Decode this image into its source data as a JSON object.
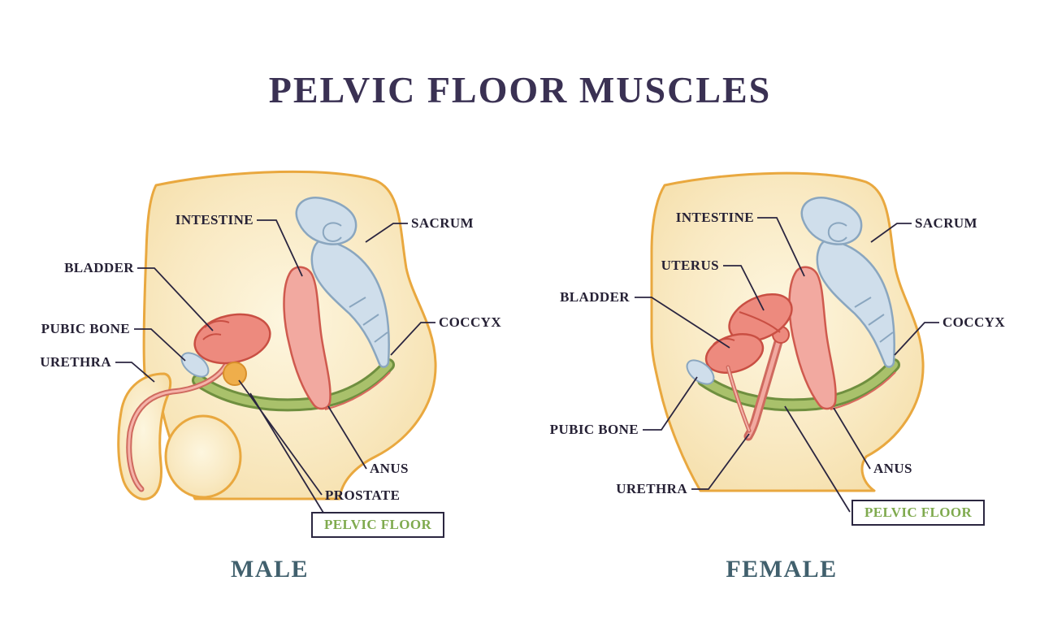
{
  "title": "PELVIC FLOOR MUSCLES",
  "male": {
    "caption": "MALE",
    "labels": {
      "intestine": "INTESTINE",
      "sacrum": "SACRUM",
      "bladder": "BLADDER",
      "pubic_bone": "PUBIC BONE",
      "urethra": "URETHRA",
      "coccyx": "COCCYX",
      "anus": "ANUS",
      "prostate": "PROSTATE",
      "pelvic_floor": "PELVIC FLOOR"
    }
  },
  "female": {
    "caption": "FEMALE",
    "labels": {
      "intestine": "INTESTINE",
      "sacrum": "SACRUM",
      "uterus": "UTERUS",
      "bladder": "BLADDER",
      "coccyx": "COCCYX",
      "pubic_bone": "PUBIC BONE",
      "urethra": "URETHRA",
      "anus": "ANUS",
      "pelvic_floor": "PELVIC FLOOR"
    }
  },
  "colors": {
    "title_text": "#3a3153",
    "label_text": "#262135",
    "caption_text": "#41606d",
    "pelvic_floor_text": "#7faa4e",
    "skin_fill": "#f9e9c2",
    "skin_outline": "#e9a83f",
    "organ_red_fill": "#ed8a7e",
    "organ_red_outline": "#c94f43",
    "intestine_pink": "#f2a9a0",
    "bone_blue_fill": "#cfdeeb",
    "bone_blue_outline": "#8aa6bf",
    "muscle_green_fill": "#a9c16b",
    "muscle_green_outline": "#6f8f3f",
    "prostate_orange": "#efae4b"
  }
}
